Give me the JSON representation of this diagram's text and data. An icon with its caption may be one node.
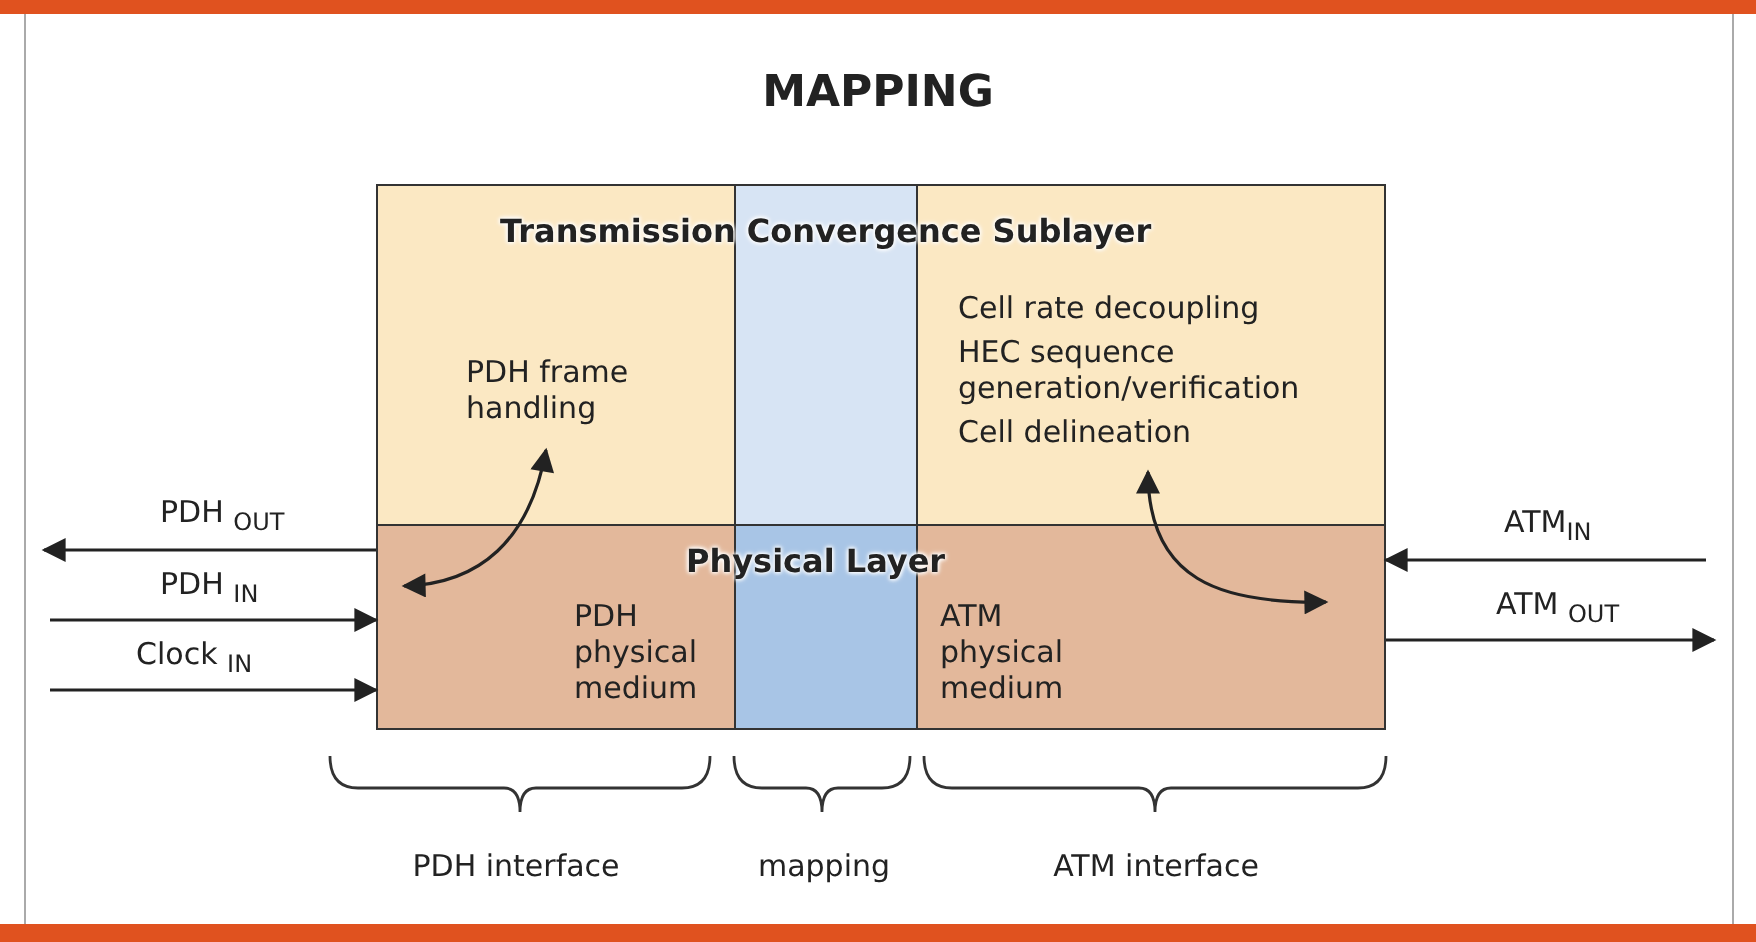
{
  "diagram": {
    "title": "MAPPING",
    "nodes": [
      {
        "text": [
          "Transmission Convergence Sublayer"
        ]
      },
      {
        "text": [
          "PDH frame handling"
        ]
      },
      {
        "text": [],
        "shape": "box"
      },
      {
        "text": [
          "Cell rate decoupling",
          "HEC sequence generation/verification",
          "Cell delineation"
        ]
      },
      {
        "text": [
          "Physical Layer"
        ]
      },
      {
        "text": [
          "PDH physical medium"
        ]
      },
      {
        "text": [],
        "shape": "box"
      },
      {
        "text": [
          "ATM physical medium"
        ]
      }
    ],
    "edges": [
      {
        "from": 5,
        "to": null,
        "arrow": "to",
        "label": "PDH $_{OUT}$"
      },
      {
        "from": null,
        "to": 5,
        "arrow": "to",
        "label": "PDH $_{IN}$"
      },
      {
        "from": null,
        "to": 5,
        "arrow": "to",
        "label": "Clock $_{IN}$"
      },
      {
        "from": null,
        "to": 7,
        "arrow": "to",
        "label": "ATM$_{IN}$"
      },
      {
        "from": 7,
        "to": null,
        "arrow": "to",
        "label": "ATM $_{OUT}$"
      },
      {
        "from": 1,
        "to": 5,
        "arrow": "both"
      },
      {
        "from": 3,
        "to": 7,
        "arrow": "both"
      }
    ],
    "labels": [
      "PDH interface",
      "mapping",
      "ATM interface"
    ]
  }
}
